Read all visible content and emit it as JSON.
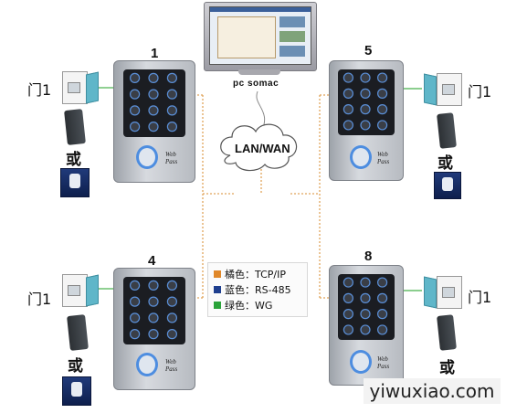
{
  "pc_label": "pc somac",
  "network_label": "LAN/WAN",
  "door_label": "门1",
  "or_label": "或",
  "readers": [
    {
      "number": "1"
    },
    {
      "number": "5"
    },
    {
      "number": "4"
    },
    {
      "number": "8"
    }
  ],
  "legend": [
    {
      "text": "橘色：TCP/IP",
      "color": "#e0882a"
    },
    {
      "text": "蓝色：RS-485",
      "color": "#1f3f8f"
    },
    {
      "text": "绿色：WG",
      "color": "#2aa33a"
    }
  ],
  "brand_mark": "Web Pass",
  "watermark": "yiwuxiao.com"
}
